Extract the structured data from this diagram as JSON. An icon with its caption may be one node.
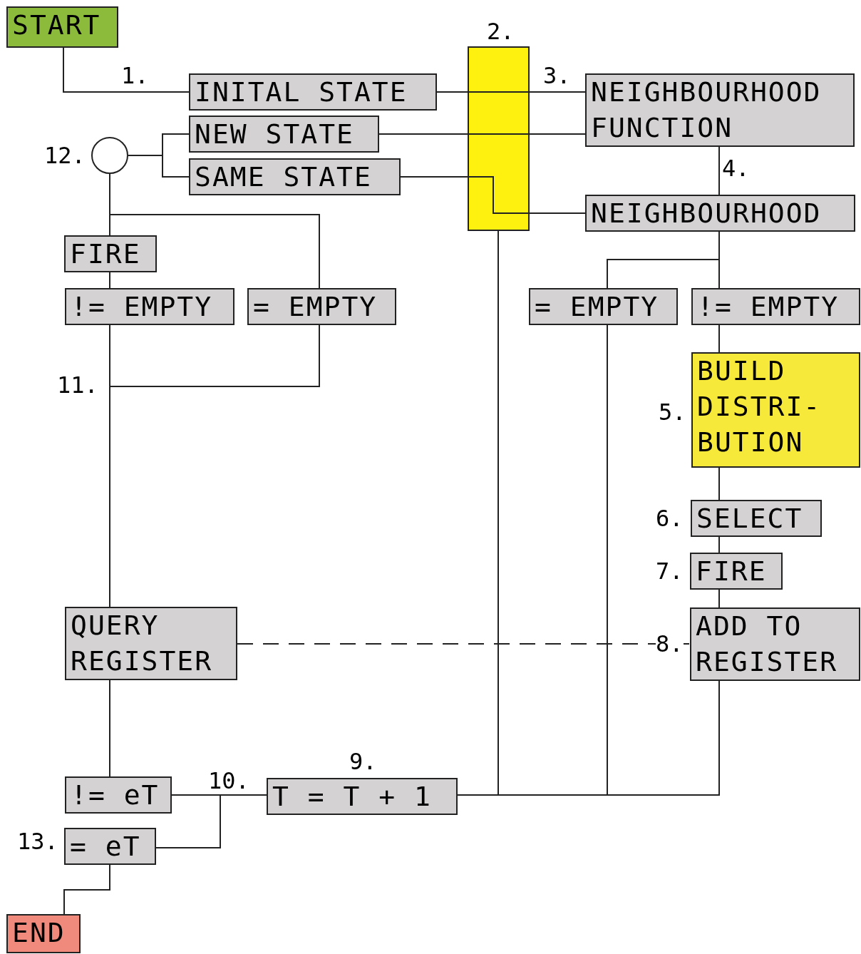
{
  "diagram": {
    "nodes": [
      {
        "text": [
          "START"
        ]
      },
      {
        "text": [
          "INITAL STATE"
        ]
      },
      {
        "text": [],
        "shape": "bar",
        "beside": [
          "2."
        ]
      },
      {
        "text": [
          "NEIGHBOURHOOD FUNCTION"
        ]
      },
      {
        "text": [
          "NEW STATE"
        ]
      },
      {
        "text": [
          "SAME STATE"
        ]
      },
      {
        "text": [],
        "shape": "circle",
        "beside": [
          "12."
        ]
      },
      {
        "text": [
          "NEIGHBOURHOOD"
        ]
      },
      {
        "text": [
          "FIRE"
        ]
      },
      {
        "text": [
          "!= EMPTY"
        ]
      },
      {
        "text": [
          "= EMPTY"
        ]
      },
      {
        "text": [
          "= EMPTY"
        ]
      },
      {
        "text": [
          "!= EMPTY"
        ]
      },
      {
        "text": [
          "BUILD DISTRI- BUTION"
        ],
        "beside": [
          "5."
        ]
      },
      {
        "text": [
          "SELECT"
        ],
        "beside": [
          "6."
        ]
      },
      {
        "text": [
          "FIRE"
        ],
        "beside": [
          "7."
        ]
      },
      {
        "text": [
          "QUERY REGISTER"
        ]
      },
      {
        "text": [
          "ADD TO REGISTER"
        ],
        "beside": [
          "8."
        ]
      },
      {
        "text": [
          "!= eT"
        ]
      },
      {
        "text": [
          "T = T + 1"
        ],
        "beside": [
          "9."
        ]
      },
      {
        "text": [
          "= eT"
        ],
        "beside": [
          "13."
        ]
      },
      {
        "text": [
          "END"
        ]
      }
    ],
    "edges": [
      {
        "from": 0,
        "to": 1,
        "arrow": "none",
        "label": "1."
      },
      {
        "from": 1,
        "to": 2,
        "arrow": "none"
      },
      {
        "from": 2,
        "to": 3,
        "arrow": "none",
        "label": "3."
      },
      {
        "from": 4,
        "to": 2,
        "arrow": "none"
      },
      {
        "from": 2,
        "to": 3,
        "arrow": "none"
      },
      {
        "from": 5,
        "to": 2,
        "arrow": "none"
      },
      {
        "from": 2,
        "to": 7,
        "arrow": "none"
      },
      {
        "from": 3,
        "to": 7,
        "arrow": "none",
        "label": "4."
      },
      {
        "from": 6,
        "to": 4,
        "arrow": "none"
      },
      {
        "from": 6,
        "to": 5,
        "arrow": "none"
      },
      {
        "from": 6,
        "to": 8,
        "arrow": "none"
      },
      {
        "from": 6,
        "to": 10,
        "arrow": "none"
      },
      {
        "from": 8,
        "to": 9,
        "arrow": "none"
      },
      {
        "from": 9,
        "to": 16,
        "arrow": "none"
      },
      {
        "from": 10,
        "to": 16,
        "arrow": "none"
      },
      {
        "from": 7,
        "to": 11,
        "arrow": "none"
      },
      {
        "from": 7,
        "to": 12,
        "arrow": "none"
      },
      {
        "from": 12,
        "to": 13,
        "arrow": "none"
      },
      {
        "from": 13,
        "to": 14,
        "arrow": "none"
      },
      {
        "from": 14,
        "to": 15,
        "arrow": "none"
      },
      {
        "from": 15,
        "to": 17,
        "arrow": "none"
      },
      {
        "from": 16,
        "to": 17,
        "arrow": "none",
        "style": "dashed"
      },
      {
        "from": 16,
        "to": 18,
        "arrow": "none"
      },
      {
        "from": 17,
        "to": 19,
        "arrow": "none"
      },
      {
        "from": 11,
        "to": 19,
        "arrow": "none"
      },
      {
        "from": 2,
        "to": 19,
        "arrow": "none"
      },
      {
        "from": 19,
        "to": 18,
        "arrow": "none",
        "label": "10."
      },
      {
        "from": 19,
        "to": 20,
        "arrow": "none"
      },
      {
        "from": 20,
        "to": 21,
        "arrow": "none"
      }
    ],
    "labels": [
      "11."
    ]
  }
}
